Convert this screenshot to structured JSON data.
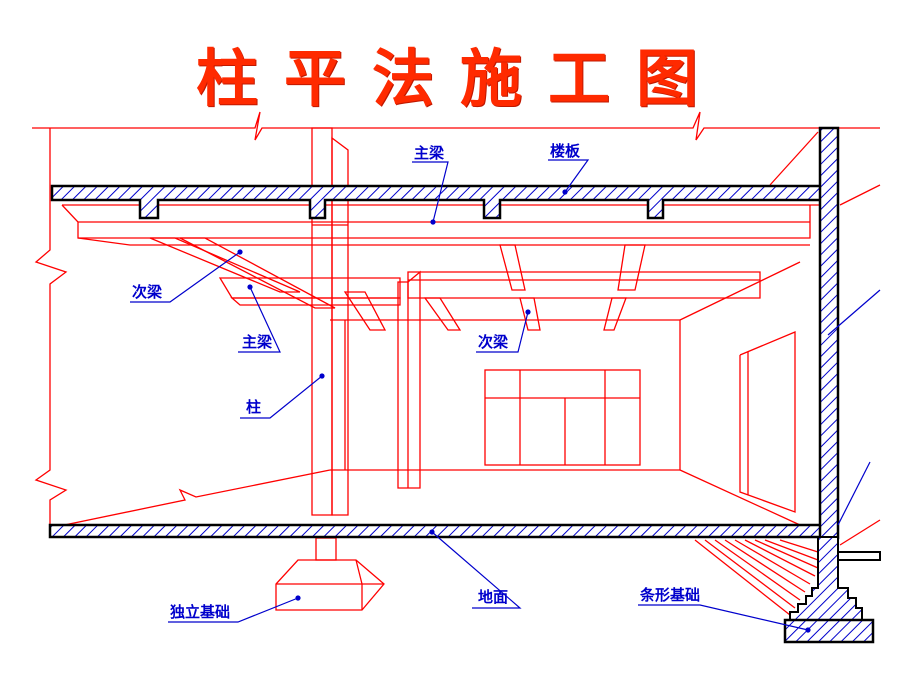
{
  "title": "柱平法施工图",
  "labels": {
    "main_beam_top": "主梁",
    "slab": "楼板",
    "secondary_beam_left": "次梁",
    "main_beam_left": "主梁",
    "secondary_beam_mid": "次梁",
    "column": "柱",
    "isolated_foundation": "独立基础",
    "ground": "地面",
    "strip_foundation": "条形基础"
  },
  "colors": {
    "title": "#ff2a00",
    "structure_line": "#ff0000",
    "hatch": "#0000cc",
    "outline": "#000000",
    "label": "#0000cc"
  }
}
